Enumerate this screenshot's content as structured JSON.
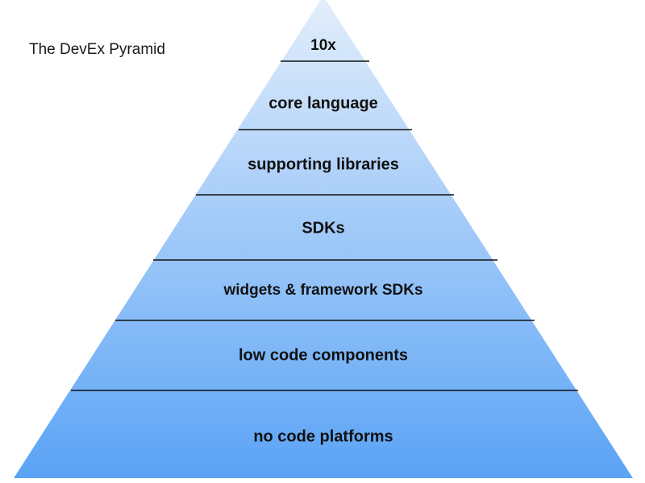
{
  "title": "The DevEx Pyramid",
  "tiers": [
    {
      "label": "10x"
    },
    {
      "label": "core language"
    },
    {
      "label": "supporting libraries"
    },
    {
      "label": "SDKs"
    },
    {
      "label": "widgets & framework SDKs"
    },
    {
      "label": "low code components"
    },
    {
      "label": "no code platforms"
    }
  ],
  "colors": {
    "gradient_top": "#e3eefb",
    "gradient_bottom": "#5aa3f6",
    "divider": "#111111"
  }
}
